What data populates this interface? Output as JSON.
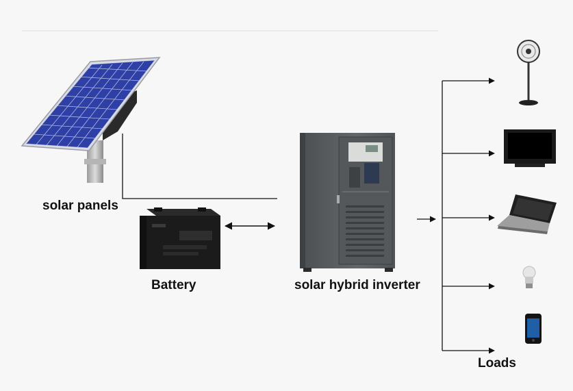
{
  "labels": {
    "solar_panels": "solar panels",
    "battery": "Battery",
    "inverter": "solar hybrid inverter",
    "loads": "Loads"
  },
  "colors": {
    "background": "#f7f7f7",
    "line": "#111111",
    "panel_blue": "#2e3fa6",
    "inverter_gray": "#5a5d60",
    "battery_black": "#1b1b1b"
  },
  "loads": [
    "fan-icon",
    "television-icon",
    "laptop-icon",
    "light-bulb-icon",
    "smartphone-icon"
  ]
}
